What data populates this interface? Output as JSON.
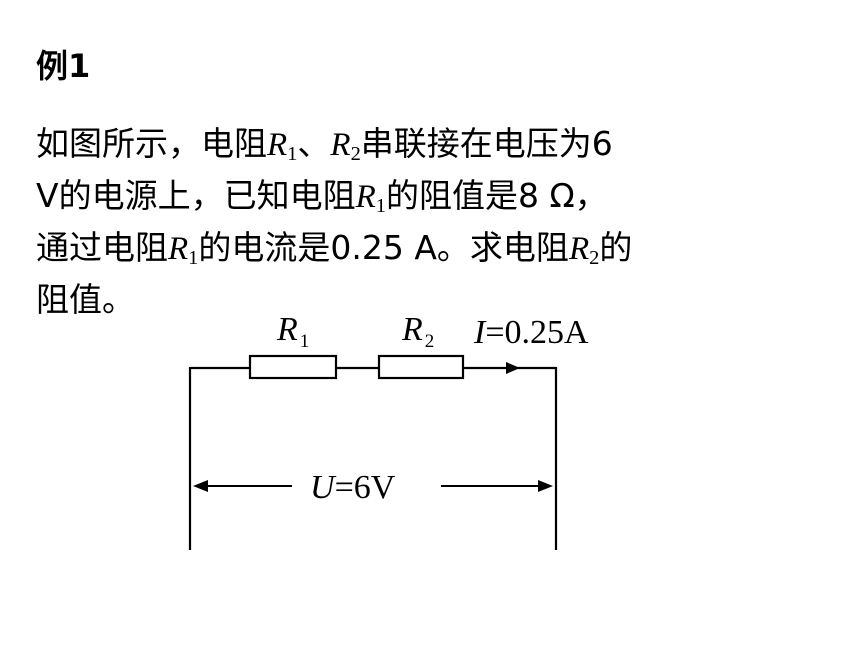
{
  "slide": {
    "example_label": "例1",
    "problem": {
      "line1_a": "如图所示，电阻",
      "line1_r": "R",
      "line1_sub1": "1",
      "line1_sep": "、",
      "line1_r2": "R",
      "line1_sub2": "2",
      "line1_b": "串联接在电压为6",
      "line2_a": "V的电源上，已知电阻",
      "line2_r": "R",
      "line2_sub": "1",
      "line2_b": "的阻值是8 Ω，",
      "line3_a": "通过电阻",
      "line3_r": "R",
      "line3_sub": "1",
      "line3_b": "的电流是0.25 A。求电阻",
      "line3_r2": "R",
      "line3_sub2": "2",
      "line3_c": "的",
      "line4": "阻值。"
    }
  },
  "circuit": {
    "resistor1": {
      "symbol": "R",
      "subscript": "1"
    },
    "resistor2": {
      "symbol": "R",
      "subscript": "2"
    },
    "current": {
      "symbol": "I",
      "value": "=0.25A"
    },
    "voltage": {
      "symbol": "U",
      "value": "=6V"
    }
  }
}
